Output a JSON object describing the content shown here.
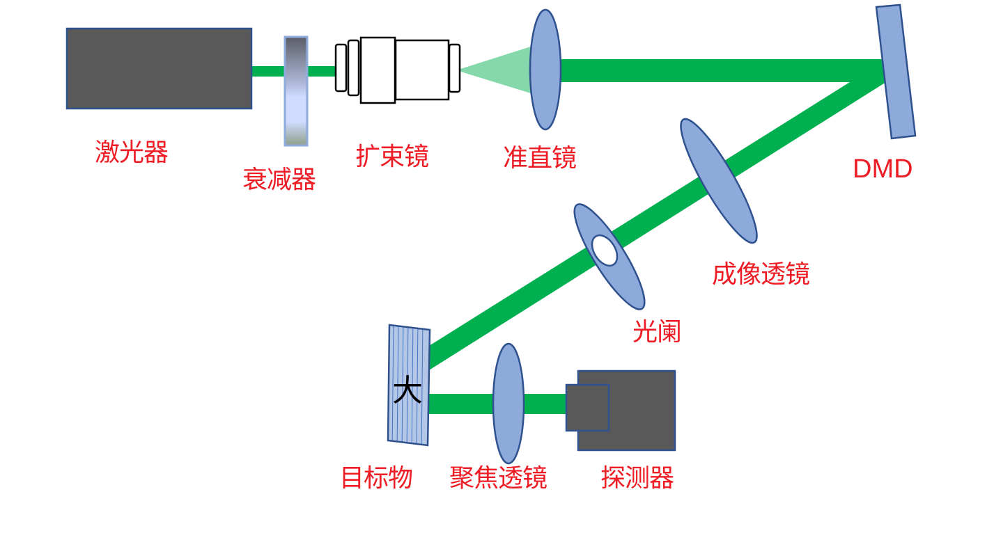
{
  "diagram": {
    "title": "DMD single-pixel imaging optical setup",
    "colors": {
      "beam": "#00b050",
      "beam_cone": "#84d8a9",
      "lens_fill": "#8eaadb",
      "lens_stroke": "#2f528f",
      "device_fill": "#595959",
      "label": "#ee1c25",
      "target_fill": "#b4c7e7"
    },
    "components": [
      {
        "id": "laser",
        "label": "激光器"
      },
      {
        "id": "attenuator",
        "label": "衰减器"
      },
      {
        "id": "beam-expander",
        "label": "扩束镜"
      },
      {
        "id": "collimator",
        "label": "准直镜"
      },
      {
        "id": "dmd",
        "label": "DMD"
      },
      {
        "id": "imaging-lens",
        "label": "成像透镜"
      },
      {
        "id": "aperture",
        "label": "光阑"
      },
      {
        "id": "target",
        "label": "目标物",
        "glyph": "大"
      },
      {
        "id": "focusing-lens",
        "label": "聚焦透镜"
      },
      {
        "id": "detector",
        "label": "探测器"
      }
    ]
  }
}
